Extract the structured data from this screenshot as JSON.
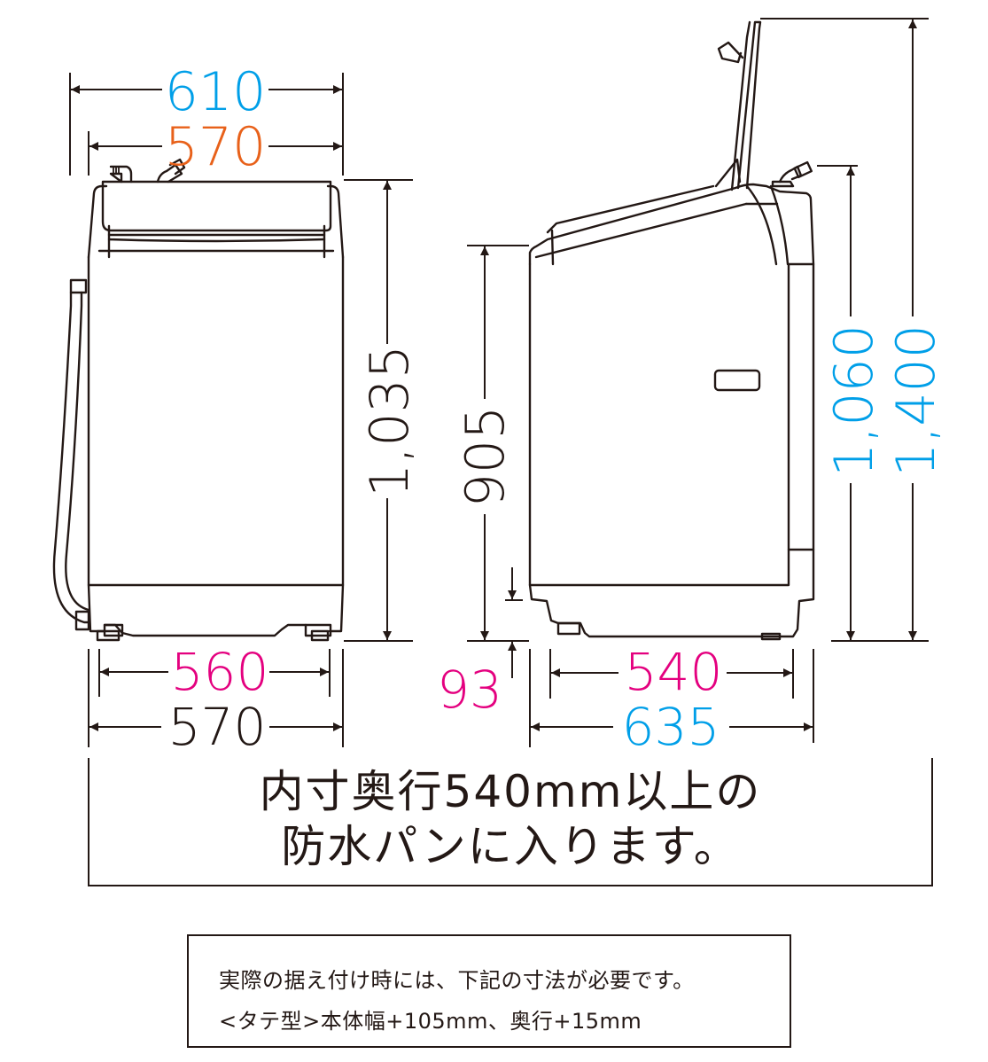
{
  "colors": {
    "line": "#231815",
    "blue": "#009fe8",
    "orange": "#e8611a",
    "magenta": "#e4007f",
    "black": "#231815"
  },
  "front_view": {
    "width_overall": {
      "value": "610",
      "color": "blue"
    },
    "width_top": {
      "value": "570",
      "color": "orange"
    },
    "height": {
      "value": "1,035",
      "color": "black"
    },
    "foot_span": {
      "value": "560",
      "color": "magenta"
    },
    "body_width": {
      "value": "570",
      "color": "black"
    }
  },
  "side_view": {
    "body_height": {
      "value": "905",
      "color": "black"
    },
    "base_height": {
      "value": "93",
      "color": "magenta"
    },
    "top_height": {
      "value": "1,060",
      "color": "blue"
    },
    "lid_open_height": {
      "value": "1,400",
      "color": "blue"
    },
    "inner_depth": {
      "value": "540",
      "color": "magenta"
    },
    "depth_overall": {
      "value": "635",
      "color": "blue"
    }
  },
  "pan_note": {
    "line1": "内寸奥行540mm以上の",
    "line2": "防水パンに入ります。"
  },
  "install_note": {
    "line1": "実際の据え付け時には、下記の寸法が必要です。",
    "line2": "<タテ型>本体幅+105mm、奥行+15mm"
  }
}
